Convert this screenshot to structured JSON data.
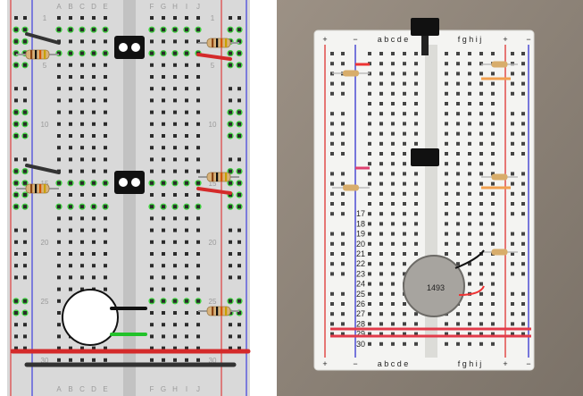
{
  "diagram": {
    "column_letters_left": [
      "A",
      "B",
      "C",
      "D",
      "E"
    ],
    "column_letters_right": [
      "F",
      "G",
      "H",
      "I",
      "J"
    ],
    "row_numbers": [
      "1",
      "5",
      "10",
      "15",
      "20",
      "25",
      "30"
    ],
    "colors": {
      "board": "#d9d9d9",
      "hole": "#2b2b2b",
      "connected_hole": "#3fcf3f",
      "rail_red": "#e02020",
      "rail_blue": "#2020e0",
      "wire_red": "#d42a2a",
      "wire_black": "#333333",
      "wire_green": "#22c22a",
      "resistor_body": "#d8b27a"
    }
  },
  "photo": {
    "column_header_left": "a b c d e",
    "column_header_right": "f g h i j",
    "column_footer_left": "a b c d e",
    "column_footer_right": "f g h i j",
    "rail_plus": "+",
    "rail_minus": "−",
    "motor_marking": "1493",
    "row_numbers": [
      "17",
      "18",
      "19",
      "20",
      "21",
      "22",
      "23",
      "24",
      "25",
      "26",
      "27",
      "28",
      "29",
      "30"
    ]
  }
}
